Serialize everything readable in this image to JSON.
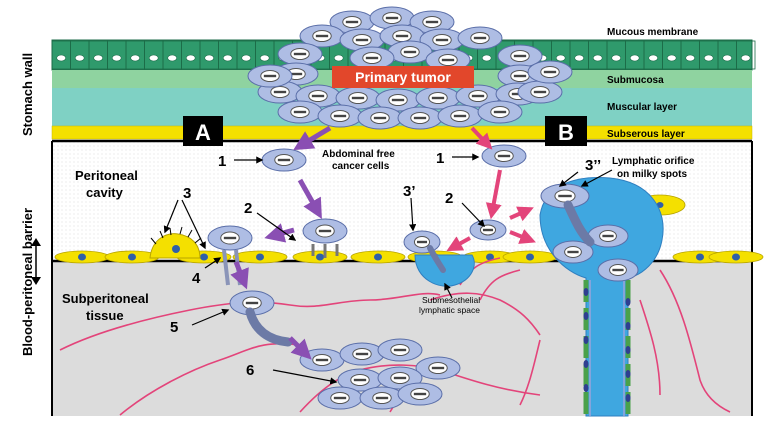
{
  "side_labels": {
    "stomach_wall": "Stomach wall",
    "barrier": "Blood-peritoneal barrier"
  },
  "layers": {
    "mucous": "Mucous membrane",
    "submucosa": "Submucosa",
    "muscular": "Muscular layer",
    "subserous": "Subserous layer"
  },
  "tumor_label": "Primary tumor",
  "panels": {
    "a": "A",
    "b": "B"
  },
  "regions": {
    "cavity_line1": "Peritoneal",
    "cavity_line2": "cavity",
    "subperitoneal_line1": "Subperitoneal",
    "subperitoneal_line2": "tissue"
  },
  "annotations": {
    "free_cells_line1": "Abdominal free",
    "free_cells_line2": "cancer cells",
    "orifice_line1": "Lymphatic orifice",
    "orifice_line2": "on milky spots",
    "lymph_space_line1": "Submesothelial",
    "lymph_space_line2": "lymphatic space"
  },
  "steps": {
    "s1a": "1",
    "s1b": "1",
    "s2a": "2",
    "s2b": "2",
    "s3": "3",
    "s3p": "3’",
    "s3pp": "3’’",
    "s4": "4",
    "s5": "5",
    "s6": "6"
  },
  "colors": {
    "mucosa": "#2f9a6c",
    "submucosa": "#8fd3a0",
    "muscular": "#7fd1c4",
    "subserous": "#f4e000",
    "cavity": "#ffffff",
    "subperitoneal": "#dcdcdc",
    "cell": "#aebde4",
    "cell_stroke": "#5a6ea8",
    "tumor_label_bg": "#e2472b",
    "arrow_purple": "#8a4fb3",
    "arrow_pink": "#e3447a",
    "vessel": "#e3447a",
    "lymph": "#3fa7e0",
    "mesothelium": "#f4e000"
  }
}
